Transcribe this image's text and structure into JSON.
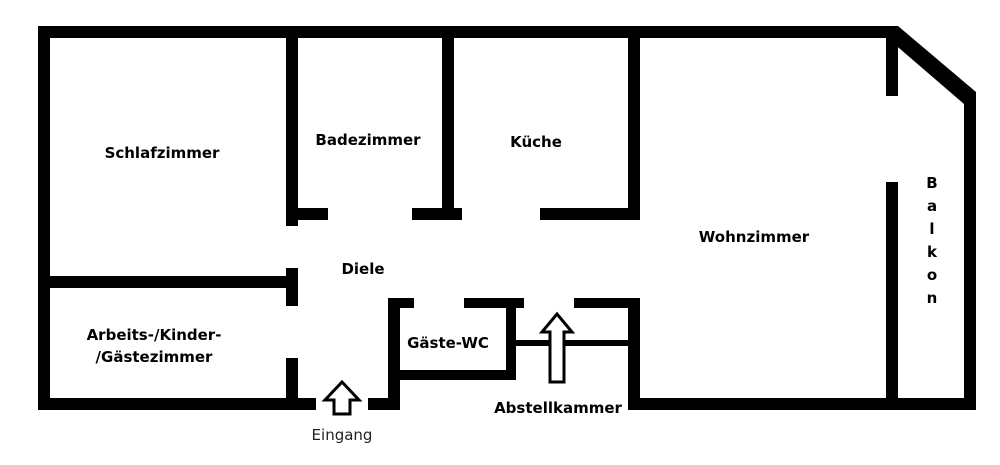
{
  "rooms": {
    "schlafzimmer": "Schlafzimmer",
    "badezimmer": "Badezimmer",
    "kueche": "Küche",
    "wohnzimmer": "Wohnzimmer",
    "diele": "Diele",
    "arbeits_line1": "Arbeits-/Kinder-",
    "arbeits_line2": "/Gästezimmer",
    "gaeste_wc": "Gäste-WC",
    "abstellkammer": "Abstellkammer"
  },
  "balcony_letters": [
    "B",
    "a",
    "l",
    "k",
    "o",
    "n"
  ],
  "entrance": {
    "label": "Eingang"
  },
  "colors": {
    "wall": "#000000",
    "background": "#ffffff"
  }
}
